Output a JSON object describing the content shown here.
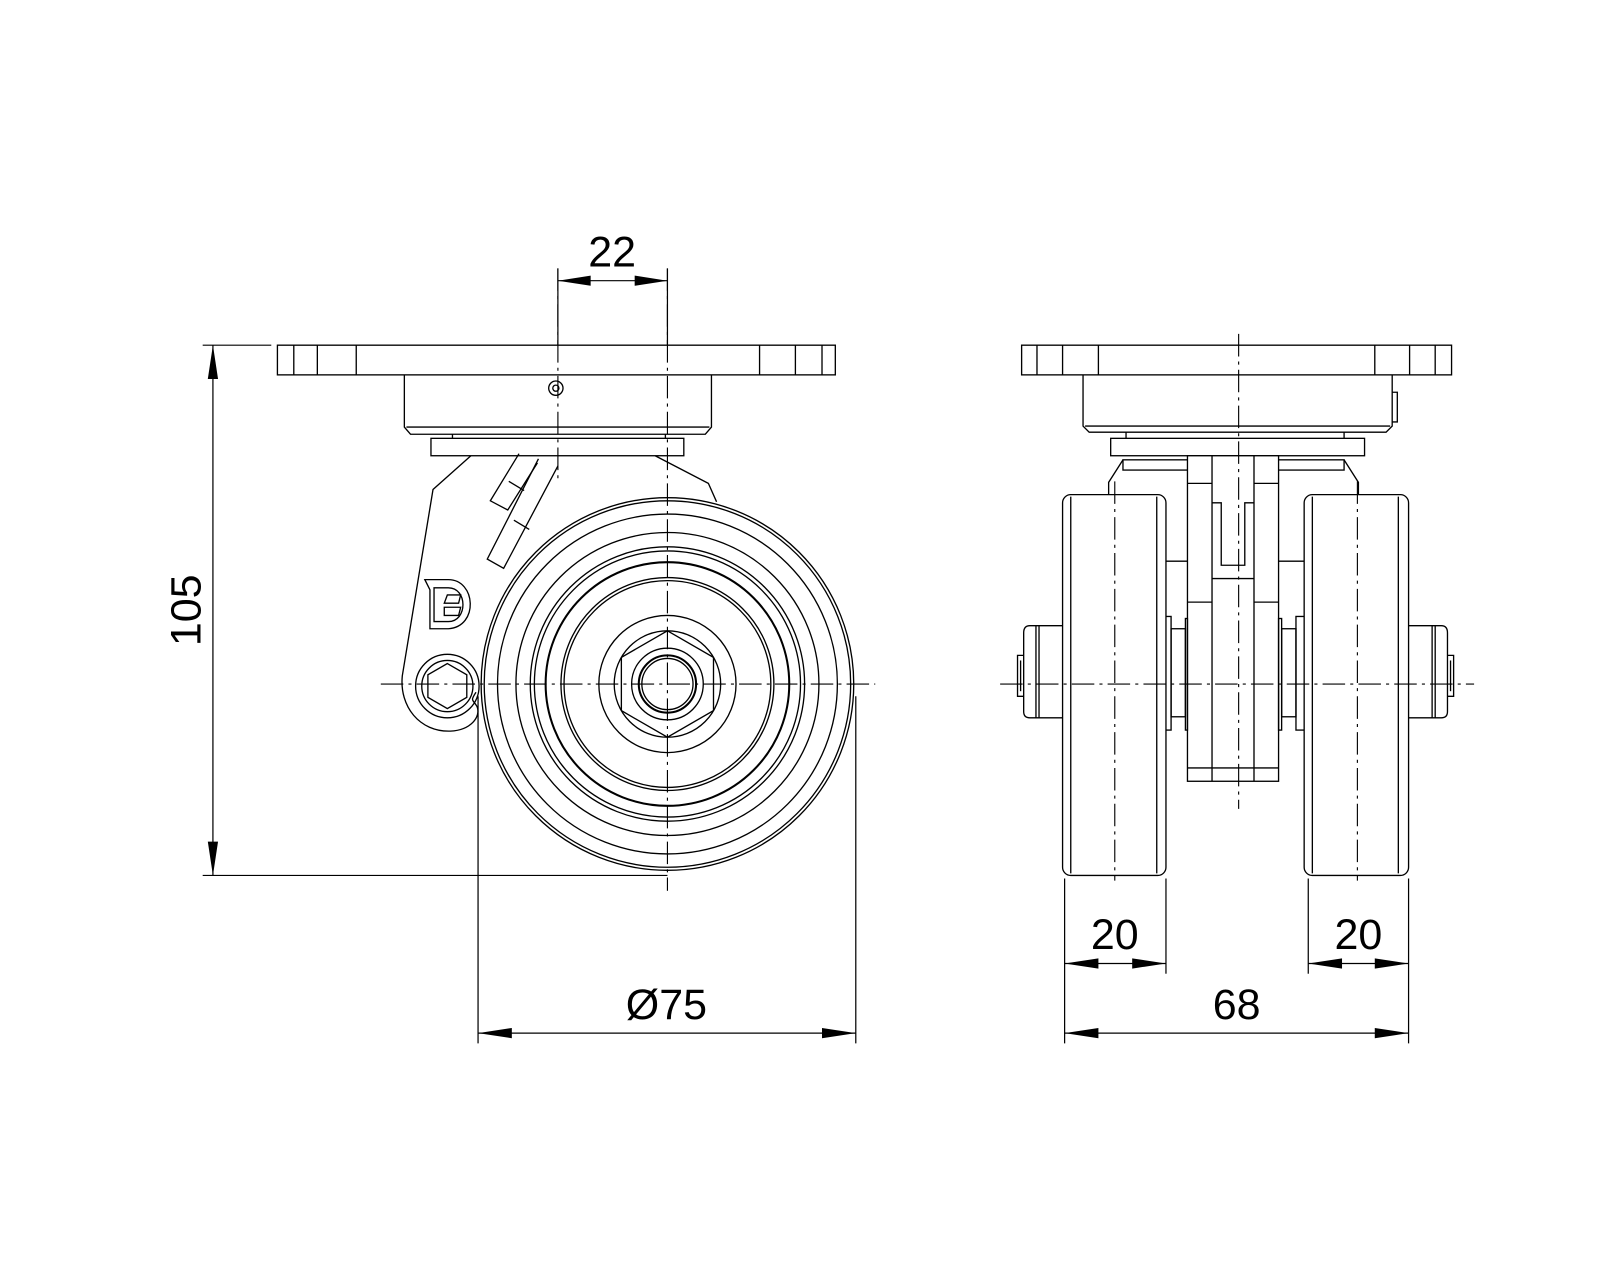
{
  "drawing": {
    "side_view": {
      "dimensions": {
        "offset": "22",
        "height": "105",
        "wheel_diameter": "Ø75"
      },
      "logo_letter": "D"
    },
    "front_view": {
      "dimensions": {
        "left_wheel_width": "20",
        "right_wheel_width": "20",
        "overall_width": "68"
      }
    }
  }
}
